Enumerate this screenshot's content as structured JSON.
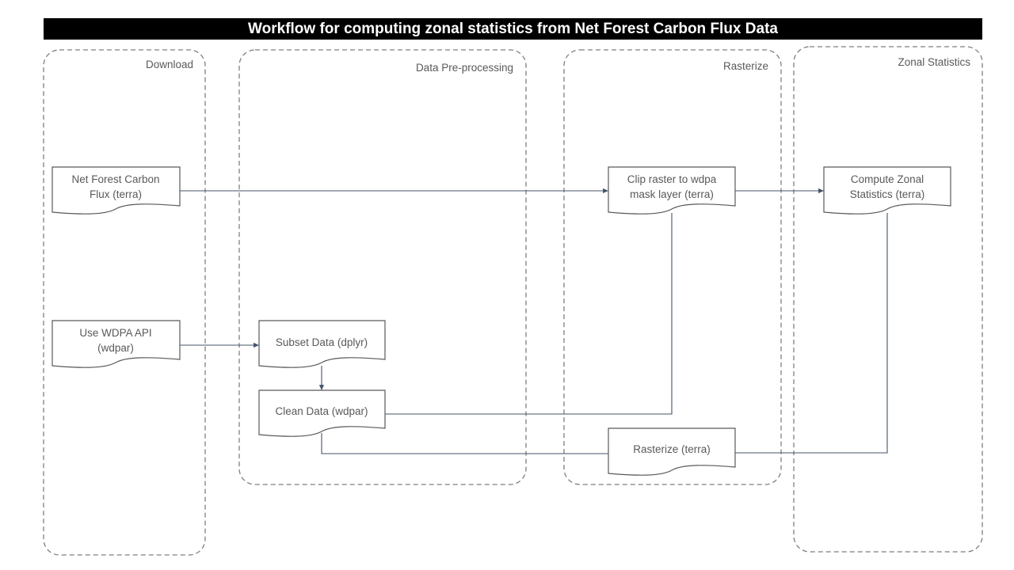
{
  "title": "Workflow for computing zonal statistics from Net Forest Carbon Flux Data",
  "lanes": [
    {
      "id": "download",
      "label": "Download"
    },
    {
      "id": "preprocessing",
      "label": "Data Pre-processing"
    },
    {
      "id": "rasterize",
      "label": "Rasterize"
    },
    {
      "id": "zonal",
      "label": "Zonal Statistics"
    }
  ],
  "nodes": {
    "net_forest": [
      "Net Forest Carbon",
      "Flux (terra)"
    ],
    "wdpa_api": [
      "Use WDPA API",
      "(wdpar)"
    ],
    "subset": [
      "Subset Data (dplyr)"
    ],
    "clean": [
      "Clean Data (wdpar)"
    ],
    "clip": [
      "Clip raster to wdpa",
      "mask layer (terra)"
    ],
    "rasterize": [
      "Rasterize  (terra)"
    ],
    "zonal": [
      "Compute Zonal",
      "Statistics (terra)"
    ]
  },
  "edges": [
    {
      "from": "net_forest",
      "to": "clip"
    },
    {
      "from": "clip",
      "to": "zonal"
    },
    {
      "from": "wdpa_api",
      "to": "subset"
    },
    {
      "from": "subset",
      "to": "clean"
    },
    {
      "from": "clean",
      "to": "clip"
    },
    {
      "from": "clean",
      "to": "rasterize"
    },
    {
      "from": "rasterize",
      "to": "zonal"
    }
  ],
  "colors": {
    "edge": "#44546a",
    "box_stroke": "#595959",
    "lane_stroke": "#7f7f7f",
    "title_bg": "#000000"
  }
}
